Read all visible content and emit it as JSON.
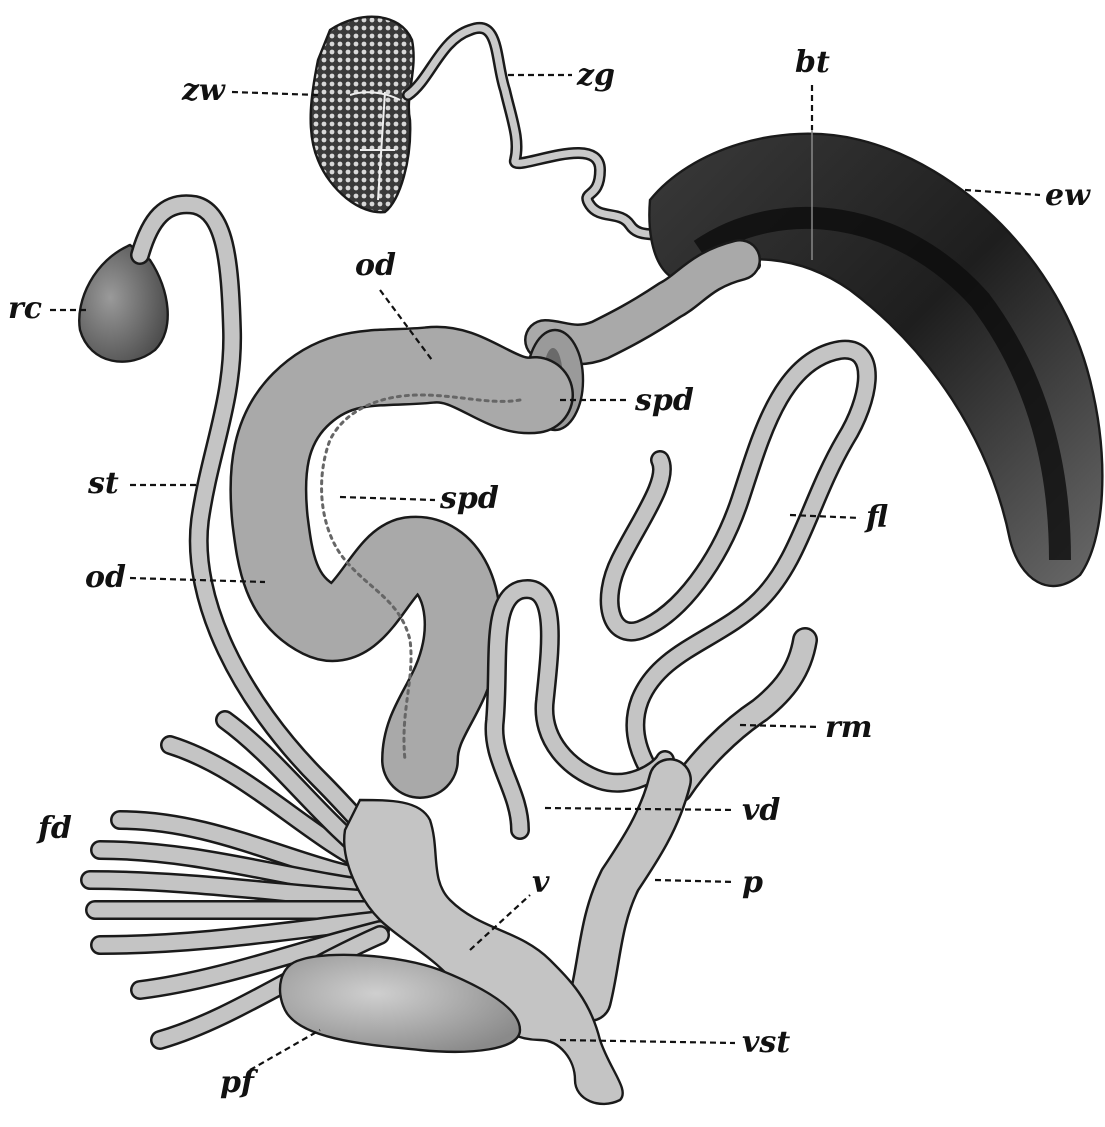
{
  "figure": {
    "labels": {
      "zw": "zw",
      "zg": "zg",
      "bt": "bt",
      "ew": "ew",
      "rc": "rc",
      "od_top": "od",
      "spd_top": "spd",
      "st": "st",
      "spd_mid": "spd",
      "fl": "fl",
      "od_left": "od",
      "rm": "rm",
      "fd": "fd",
      "vd": "vd",
      "v": "v",
      "p": "p",
      "vst": "vst",
      "pf": "pf"
    },
    "colors": {
      "ink": "#111111",
      "tube_fill": "#bdbdbd",
      "albumen_gland_dark": "#2a2a2a",
      "albumen_gland_mid": "#5a5a5a",
      "oviduct_fill": "#a9a9a9",
      "receptacle_fill": "#7a7a7a"
    }
  }
}
